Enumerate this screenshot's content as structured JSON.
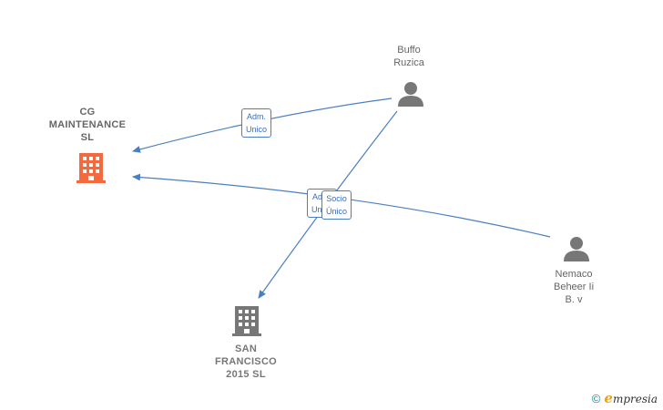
{
  "nodes": {
    "cg_maintenance": {
      "lines": [
        "CG",
        "MAINTENANCE",
        "SL"
      ],
      "type": "company",
      "color": "#f26a3d"
    },
    "san_francisco": {
      "lines": [
        "SAN",
        "FRANCISCO",
        "2015  SL"
      ],
      "type": "company",
      "color": "#777777"
    },
    "buffo_ruzica": {
      "lines": [
        "Buffo",
        "Ruzica"
      ],
      "type": "person",
      "color": "#777777"
    },
    "nemaco": {
      "lines": [
        "Nemaco",
        "Beheer Ii",
        "B. v"
      ],
      "type": "person",
      "color": "#777777"
    }
  },
  "edges": {
    "adm_unico_1": {
      "lines": [
        "Adm.",
        "Unico"
      ]
    },
    "adm_unico_2": {
      "lines": [
        "Adm.",
        "Unico"
      ]
    },
    "socio_unico": {
      "lines": [
        "Socio",
        "Único"
      ]
    }
  },
  "colors": {
    "edge": "#4a7fc1",
    "edge_label_text": "#3a6eb5"
  },
  "footer": {
    "copyright": "©",
    "brand_e": "e",
    "brand_rest": "mpresia"
  }
}
